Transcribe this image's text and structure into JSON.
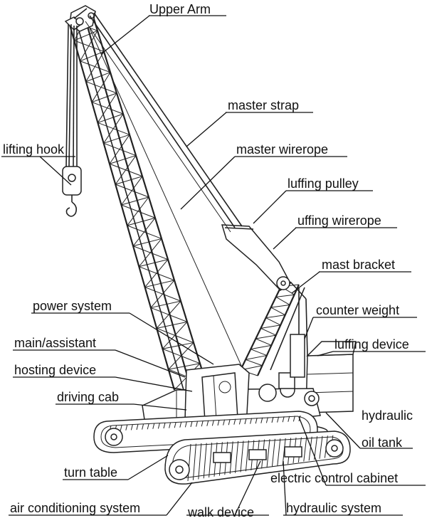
{
  "labels": {
    "upper_arm": "Upper Arm",
    "master_strap": "master strap",
    "lifting_hook": "lifting hook",
    "master_wirerope": "master wirerope",
    "luffing_pulley": "luffing pulley",
    "luffing_wirerope": "uffing wirerope",
    "mast_bracket": "mast bracket",
    "power_system": "power system",
    "counter_weight": "counter weight",
    "main_assistant": "main/assistant",
    "luffing_device": "luffing device",
    "hosting_device": "hosting device",
    "driving_cab": "driving cab",
    "hydraulic": "hydraulic",
    "oil_tank": "oil tank",
    "turn_table": "turn table",
    "electric_control_cabinet": "electric control cabinet",
    "air_conditioning_system": "air conditioning system",
    "walk_device": "walk device",
    "hydraulic_system": "hydraulic system"
  }
}
